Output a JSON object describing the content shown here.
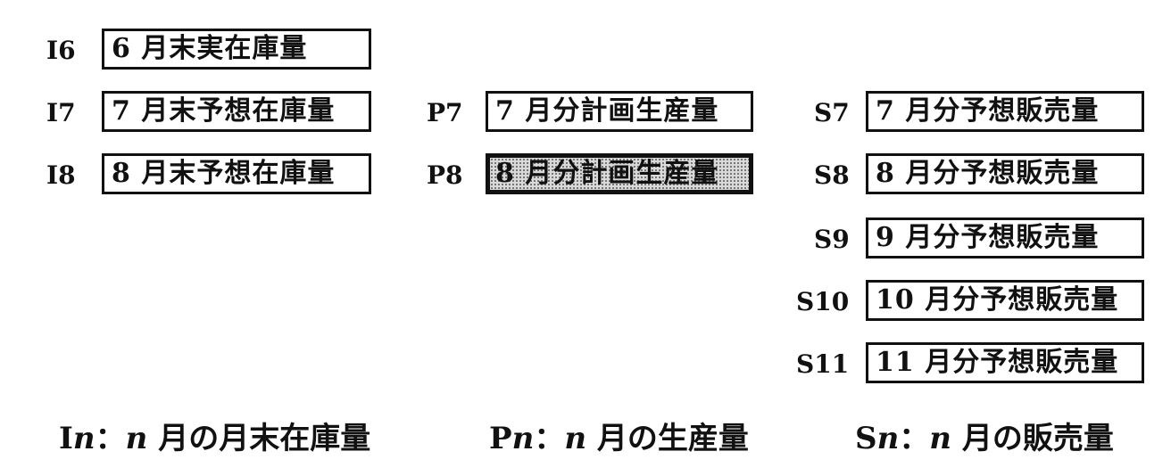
{
  "inventory": [
    {
      "code": "I6",
      "label": "6 月末実在庫量"
    },
    {
      "code": "I7",
      "label": "7 月末予想在庫量"
    },
    {
      "code": "I8",
      "label": "8 月末予想在庫量"
    }
  ],
  "production": [
    {
      "code": "P7",
      "label": "7 月分計画生産量"
    },
    {
      "code": "P8",
      "label": "8 月分計画生産量"
    }
  ],
  "sales": [
    {
      "code": "S7",
      "label": "7 月分予想販売量"
    },
    {
      "code": "S8",
      "label": "8 月分予想販売量"
    },
    {
      "code": "S9",
      "label": "9 月分予想販売量"
    },
    {
      "code": "S10",
      "label": "10 月分予想販売量"
    },
    {
      "code": "S11",
      "label": "11 月分予想販売量"
    }
  ],
  "legend": {
    "inventory": {
      "prefix": "I",
      "var": "n",
      "sep": "：",
      "desc": " 月の月末在庫量"
    },
    "production": {
      "prefix": "P",
      "var": "n",
      "sep": "：",
      "desc": " 月の生産量"
    },
    "sales": {
      "prefix": "S",
      "var": "n",
      "sep": "：",
      "desc": " 月の販売量"
    }
  }
}
